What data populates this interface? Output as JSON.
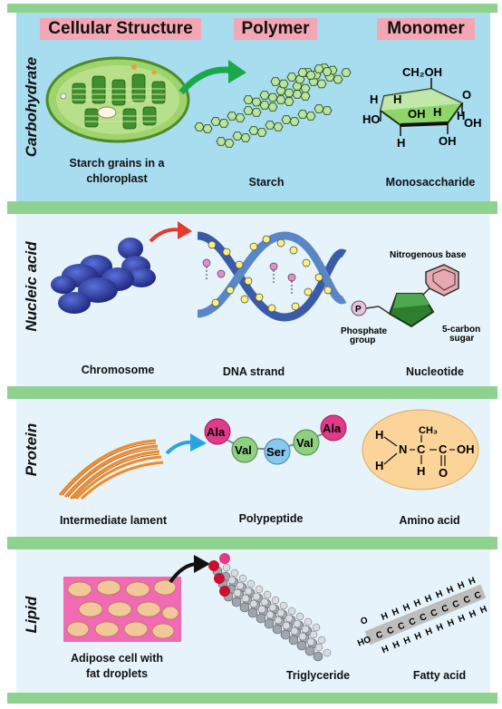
{
  "headers": {
    "cellular": "Cellular Structure",
    "polymer": "Polymer",
    "monomer": "Monomer"
  },
  "rows": {
    "carbohydrate": {
      "label": "Carbohydrate",
      "cell_caption_line1": "Starch grains in a",
      "cell_caption_line2": "chloroplast",
      "polymer_caption": "Starch",
      "monomer_caption": "Monosaccharide",
      "monomer_atoms": {
        "ch2oh": "CH₂OH",
        "o": "O",
        "h": "H",
        "ho": "HO",
        "oh": "OH"
      }
    },
    "nucleic": {
      "label": "Nucleic acid",
      "cell_caption": "Chromosome",
      "polymer_caption": "DNA strand",
      "monomer_caption": "Nucleotide",
      "base_label": "Nitrogenous base",
      "phosphate_label_line1": "Phosphate",
      "phosphate_label_line2": "group",
      "sugar_label_line1": "5-carbon",
      "sugar_label_line2": "sugar",
      "phosphate_symbol": "P"
    },
    "protein": {
      "label": "Protein",
      "cell_caption": "Intermediate  lament",
      "polymer_caption": "Polypeptide",
      "monomer_caption": "Amino acid",
      "residues": [
        "Ala",
        "Val",
        "Ser",
        "Val",
        "Ala"
      ],
      "amino_atoms": {
        "h": "H",
        "n": "N",
        "c": "C",
        "ch3": "CH₃",
        "o": "O",
        "oh": "OH"
      }
    },
    "lipid": {
      "label": "Lipid",
      "cell_caption_line1": "Adipose cell with",
      "cell_caption_line2": "fat droplets",
      "polymer_caption": "Triglyceride",
      "monomer_caption": "Fatty acid",
      "fatty_atoms": {
        "o": "O",
        "h": "H",
        "ho": "HO",
        "c": "C"
      }
    }
  },
  "colors": {
    "band": "#8fd18f",
    "panel_carb": "#a8dcef",
    "panel_light": "#e6f3fa",
    "header_bg": "#f4a6b5",
    "arrow_green": "#1aa84a",
    "arrow_red": "#e43a2e",
    "arrow_blue": "#2aa4e0",
    "arrow_black": "#111111"
  }
}
